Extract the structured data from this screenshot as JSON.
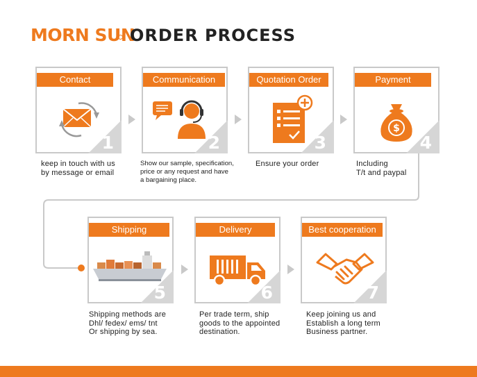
{
  "header": {
    "brand": "MORN SUN",
    "title": "ORDER PROCESS"
  },
  "steps": [
    {
      "label": "Contact",
      "number": "1",
      "icon": "mail-cycle-icon",
      "desc": [
        "keep in touch with us",
        "by message or email"
      ]
    },
    {
      "label": "Communication",
      "number": "2",
      "icon": "headset-agent-icon",
      "desc": [
        "Show our sample, specification,",
        "price or any request and have",
        "a bargaining place."
      ]
    },
    {
      "label": "Quotation Order",
      "number": "3",
      "icon": "order-form-icon",
      "desc": [
        "Ensure your order"
      ]
    },
    {
      "label": "Payment",
      "number": "4",
      "icon": "money-bag-icon",
      "desc": [
        "Including",
        "T/t and paypal"
      ]
    },
    {
      "label": "Shipping",
      "number": "5",
      "icon": "cargo-ship-icon",
      "desc": [
        "Shipping methods are",
        "Dhl/ fedex/ ems/ tnt",
        "Or shipping by sea."
      ]
    },
    {
      "label": "Delivery",
      "number": "6",
      "icon": "delivery-truck-icon",
      "desc": [
        "Per trade term, ship",
        "goods to the appointed",
        "destination."
      ]
    },
    {
      "label": "Best cooperation",
      "number": "7",
      "icon": "handshake-icon",
      "desc": [
        "Keep joining us and",
        "Establish a long term",
        "Business partner."
      ]
    }
  ],
  "colors": {
    "accent": "#ee7a1e",
    "border": "#c9c9c9",
    "numberBadge": "#d6d6d6"
  }
}
